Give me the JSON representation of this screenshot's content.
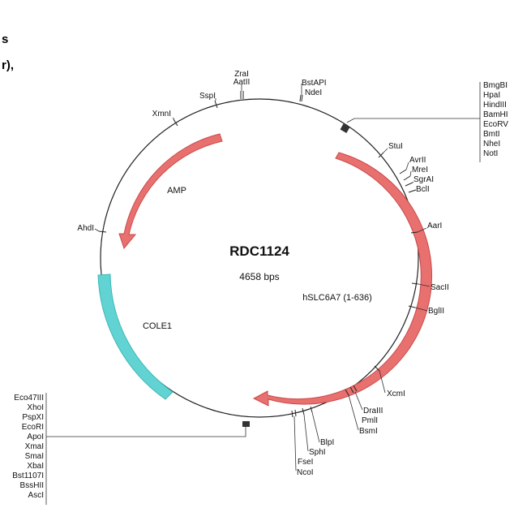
{
  "page_fragments": [
    {
      "text": "s"
    },
    {
      "text": "r),"
    }
  ],
  "plasmid": {
    "name": "RDC1124",
    "size": "4658 bps",
    "features": [
      {
        "label": "AMP",
        "kind": "arrow",
        "color": "#e8706f"
      },
      {
        "label": "hSLC6A7 (1-636)",
        "kind": "arrow",
        "color": "#e8706f"
      },
      {
        "label": "COLE1",
        "kind": "block",
        "color": "#62d3d3"
      }
    ],
    "sites": [
      {
        "group": [
          "ZraI",
          "AatII"
        ]
      },
      {
        "group": [
          "SspI"
        ]
      },
      {
        "group": [
          "XmnI"
        ]
      },
      {
        "group": [
          "BstAPI",
          "NdeI"
        ]
      },
      {
        "group": [
          "StuI"
        ]
      },
      {
        "group": [
          "AvrII"
        ]
      },
      {
        "group": [
          "MreI"
        ]
      },
      {
        "group": [
          "SgrAI"
        ]
      },
      {
        "group": [
          "BclI"
        ]
      },
      {
        "group": [
          "AarI"
        ]
      },
      {
        "group": [
          "SacII"
        ]
      },
      {
        "group": [
          "BglII"
        ]
      },
      {
        "group": [
          "XcmI"
        ]
      },
      {
        "group": [
          "DraIII"
        ]
      },
      {
        "group": [
          "PmlI"
        ]
      },
      {
        "group": [
          "BsmI"
        ]
      },
      {
        "group": [
          "BlpI"
        ]
      },
      {
        "group": [
          "SphI"
        ]
      },
      {
        "group": [
          "FseI"
        ]
      },
      {
        "group": [
          "NcoI"
        ]
      },
      {
        "group": [
          "AhdI"
        ]
      }
    ],
    "mcs_top": [
      "BmgBI",
      "HpaI",
      "HindIII",
      "BamHI",
      "EcoRV",
      "BmtI",
      "NheI",
      "NotI"
    ],
    "mcs_bottom": [
      "Eco47III",
      "XhoI",
      "PspXI",
      "EcoRI",
      "ApoI",
      "XmaI",
      "SmaI",
      "XbaI",
      "Bst1107I",
      "BssHII",
      "AscI"
    ]
  }
}
